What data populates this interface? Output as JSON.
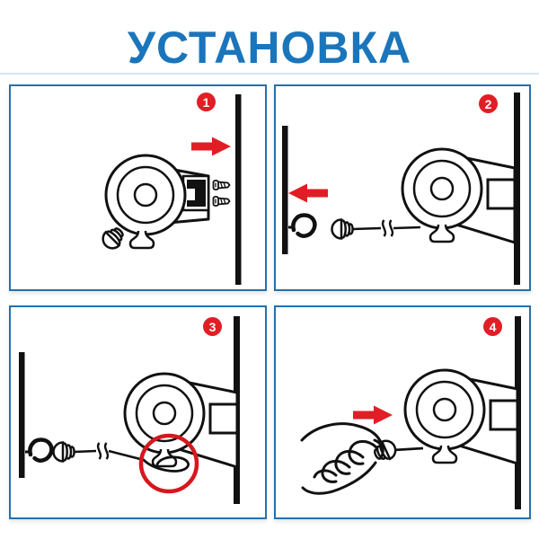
{
  "title": "УСТАНОВКА",
  "colors": {
    "title_blue": "#1b75bb",
    "panel_border_blue": "#2471ae",
    "arrow_red": "#e11e25",
    "highlight_circle_red": "#d6171e",
    "drawing_black": "#111111"
  },
  "panels": [
    {
      "number": "1",
      "scene": [
        "reel-device",
        "mounting-screws",
        "wall-bar",
        "arrow-right-icon",
        "cord-end-cap"
      ]
    },
    {
      "number": "2",
      "scene": [
        "wall-hook",
        "arrow-left-icon",
        "cord-end-cap",
        "cord-break-mark",
        "mounted-reel",
        "wall-bar"
      ]
    },
    {
      "number": "3",
      "scene": [
        "wall-hook",
        "cord-end-cap",
        "cord-line",
        "cord-loop",
        "highlight-circle",
        "mounted-reel",
        "wall-bar"
      ]
    },
    {
      "number": "4",
      "scene": [
        "hand-pulling-cord",
        "arrow-right-icon",
        "cord-end-cap",
        "mounted-reel",
        "wall-bar"
      ]
    }
  ]
}
